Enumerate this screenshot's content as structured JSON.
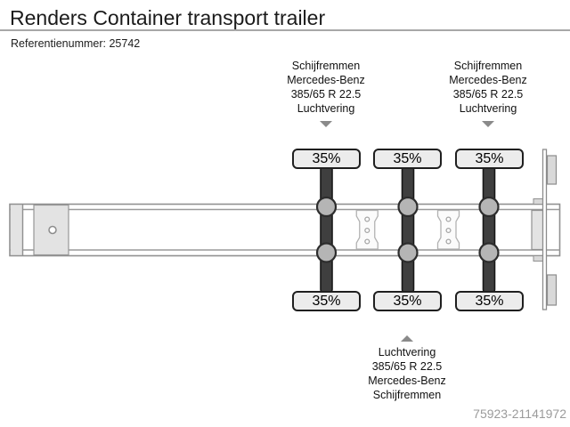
{
  "page": {
    "title": "Renders Container transport trailer",
    "reference": "Referentienummer: 25742",
    "watermark": "75923-21141972"
  },
  "diagram": {
    "type": "trailer-top-view-schematic",
    "axle_count": 3,
    "labels": {
      "top_left": {
        "lines": [
          "Schijfremmen",
          "Mercedes-Benz",
          "385/65 R 22.5",
          "Luchtvering"
        ]
      },
      "top_right": {
        "lines": [
          "Schijfremmen",
          "Mercedes-Benz",
          "385/65 R 22.5",
          "Luchtvering"
        ]
      },
      "bottom": {
        "lines": [
          "Luchtvering",
          "385/65 R 22.5",
          "Mercedes-Benz",
          "Schijfremmen"
        ]
      }
    },
    "tire_tread": {
      "top": [
        "35%",
        "35%",
        "35%"
      ],
      "bottom": [
        "35%",
        "35%",
        "35%"
      ]
    },
    "colors": {
      "chassis_outline": "#909090",
      "chassis_fill": "#ffffff",
      "plate_fill": "#e3e3e3",
      "tire": "#3f3f3f",
      "hub": "#b5b5b5",
      "badge_bg": "#ececec",
      "badge_border": "#1f1f1f",
      "arrow": "#8a8a8a",
      "watermark": "#9b9b9b"
    }
  }
}
